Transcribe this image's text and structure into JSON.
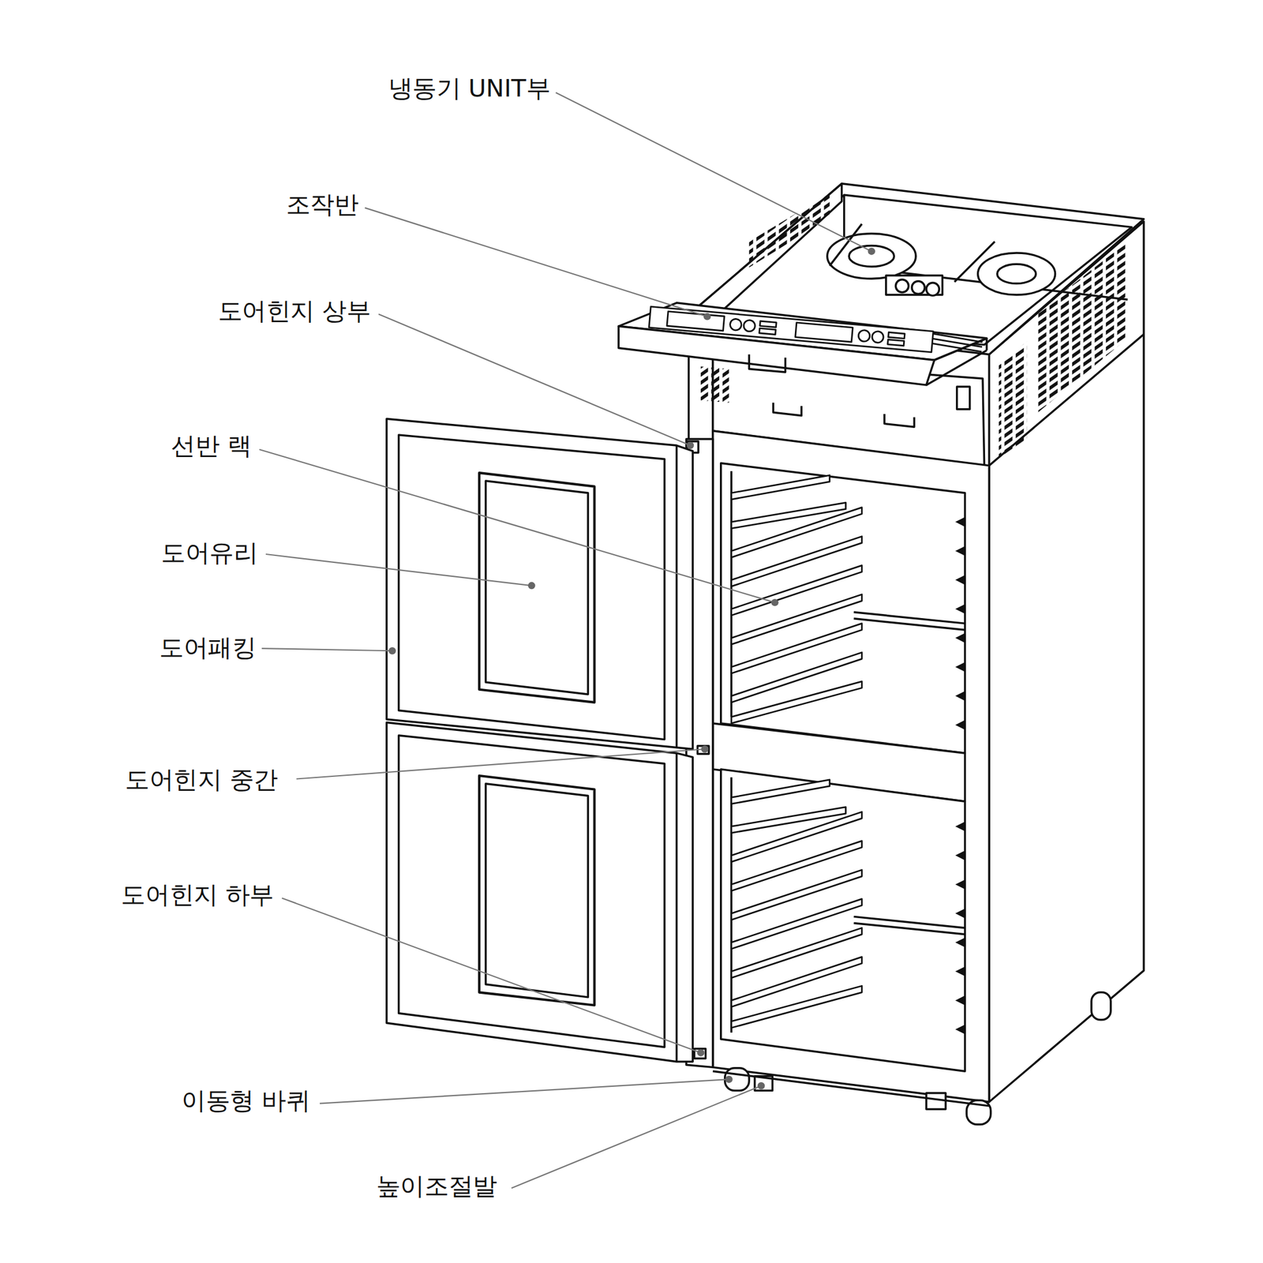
{
  "diagram": {
    "labels": [
      "냉동기 UNIT부",
      "조작반",
      "도어힌지 상부",
      "선반 랙",
      "도어유리",
      "도어패킹",
      "도어힌지 중간",
      "도어힌지 하부",
      "이동형 바퀴",
      "높이조절발"
    ]
  }
}
